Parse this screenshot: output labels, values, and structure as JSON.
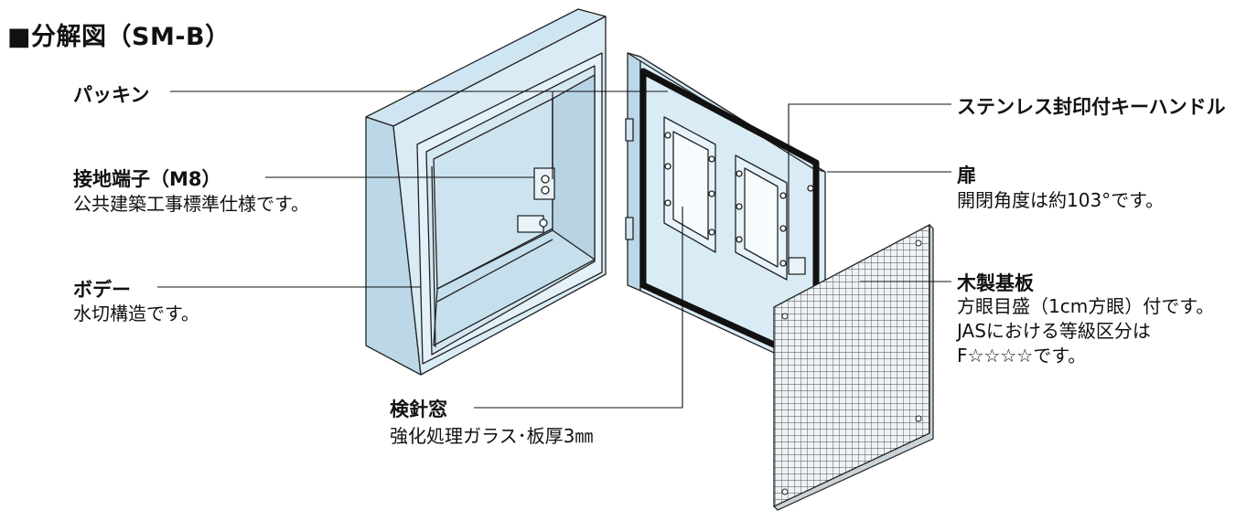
{
  "title": "■分解図（SM-B）",
  "callouts": {
    "packing": {
      "label": "パッキン"
    },
    "ground": {
      "label": "接地端子（M8）",
      "desc": [
        "公共建築工事標準仕様です。"
      ]
    },
    "body": {
      "label": "ボデー",
      "desc": [
        "水切構造です。"
      ]
    },
    "window": {
      "label": "検針窓",
      "desc": [
        "強化処理ガラス･板厚3㎜"
      ]
    },
    "handle": {
      "label": "ステンレス封印付キーハンドル"
    },
    "door": {
      "label": "扉",
      "desc": [
        "開閉角度は約103°です。"
      ]
    },
    "board": {
      "label": "木製基板",
      "desc": [
        "方眼目盛（1cm方眼）付です。",
        "JASにおける等級区分は",
        "F☆☆☆☆です。"
      ]
    }
  },
  "colors": {
    "panel": "#d9ecf6",
    "panel_dark": "#bcd8e8",
    "outline": "#222222",
    "gasket": "#111111",
    "board": "#e6eef3"
  }
}
